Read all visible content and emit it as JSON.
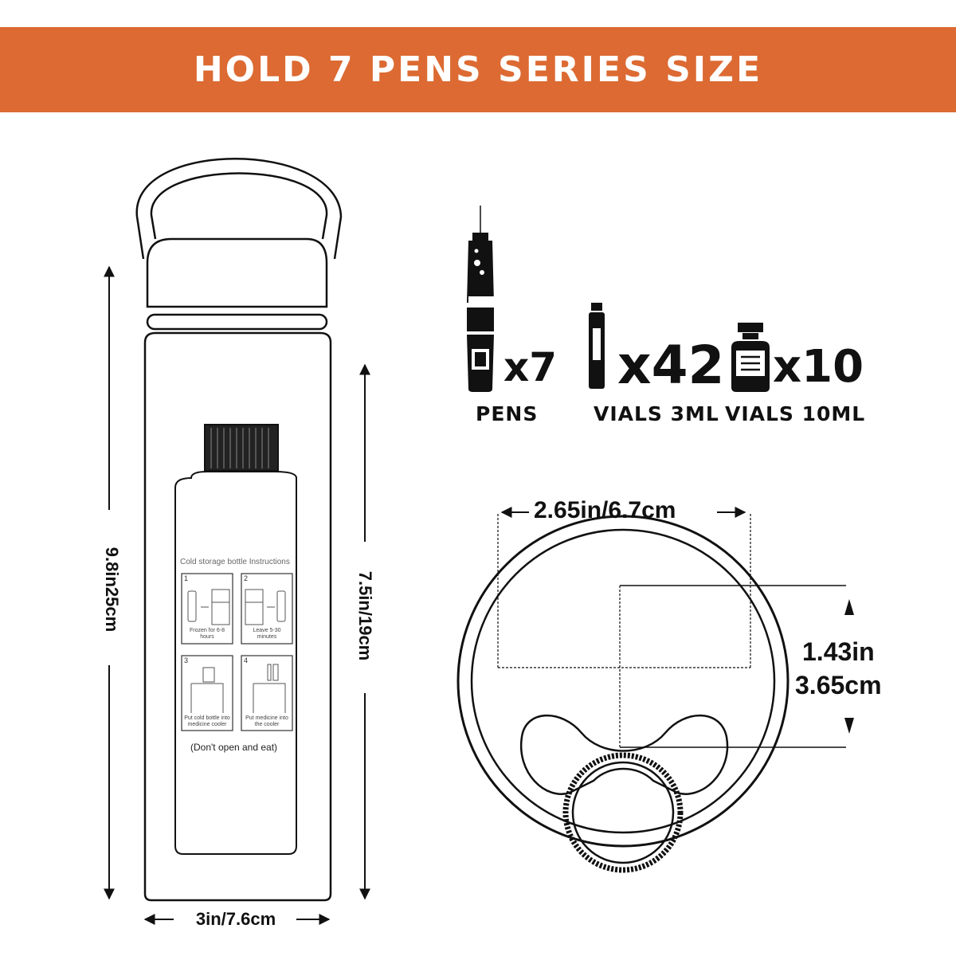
{
  "header": {
    "title": "HOLD 7 PENS SERIES SIZE",
    "color": "#dc6a32"
  },
  "bottle": {
    "height_label": "9.8in25cm",
    "inner_height_label": "7.5in/19cm",
    "width_label": "3in/7.6cm"
  },
  "instructions": {
    "title": "Cold storage bottle Instructions",
    "steps": [
      {
        "number": "1",
        "text": "Frozen for 6-8 hours"
      },
      {
        "number": "2",
        "text": "Leave 5-30 minutes"
      },
      {
        "number": "3",
        "text": "Put cold bottle into medicine cooler"
      },
      {
        "number": "4",
        "text": "Put medicine into the cooler"
      }
    ],
    "note": "(Don't open and eat)"
  },
  "capacity": [
    {
      "count": "x7",
      "label": "PENS",
      "icon": "insulin-pen-icon"
    },
    {
      "count": "x42",
      "label": "VIALS 3ML",
      "icon": "small-vial-icon"
    },
    {
      "count": "x10",
      "label": "VIALS 10ML",
      "icon": "large-vial-icon"
    }
  ],
  "top_view": {
    "width_label": "2.65in/6.7cm",
    "depth_label_in": "1.43in",
    "depth_label_cm": "3.65cm"
  }
}
